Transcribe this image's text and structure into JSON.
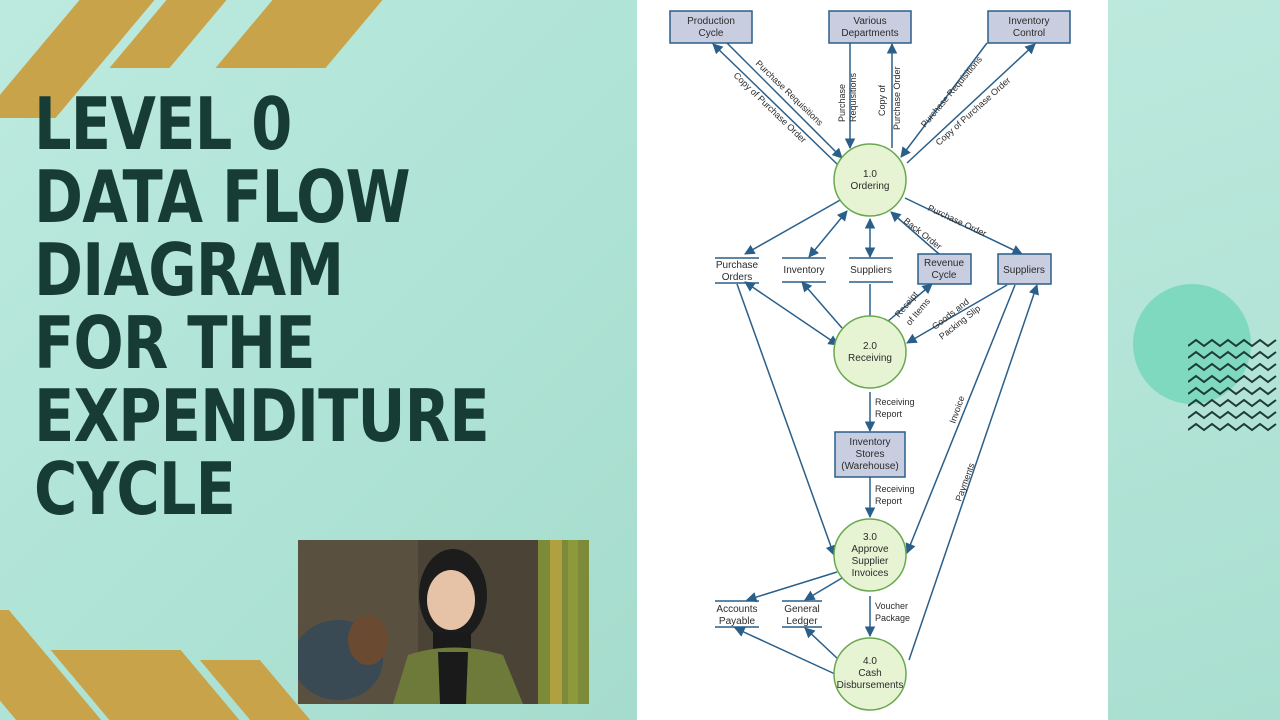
{
  "slide": {
    "title": "LEVEL 0 DATA FLOW DIAGRAM FOR THE EXPENDITURE CYCLE",
    "colors": {
      "accent": "#c9a34a",
      "title": "#173b35",
      "background": "#b3e6d8",
      "node_fill": "#c8cde0",
      "process_fill": "#e6f4d4"
    }
  },
  "diagram": {
    "entities": {
      "production": [
        "Production",
        "Cycle"
      ],
      "departments": [
        "Various",
        "Departments"
      ],
      "inventory_control": [
        "Inventory",
        "Control"
      ],
      "revenue": [
        "Revenue",
        "Cycle"
      ],
      "suppliers": [
        "Suppliers"
      ],
      "stores": [
        "Inventory",
        "Stores",
        "(Warehouse)"
      ]
    },
    "processes": {
      "p1": [
        "1.0",
        "Ordering"
      ],
      "p2": [
        "2.0",
        "Receiving"
      ],
      "p3": [
        "3.0",
        "Approve",
        "Supplier",
        "Invoices"
      ],
      "p4": [
        "4.0",
        "Cash",
        "Disbursements"
      ]
    },
    "stores": {
      "purchase_orders": [
        "Purchase",
        "Orders"
      ],
      "inventory": [
        "Inventory"
      ],
      "suppliers": [
        "Suppliers"
      ],
      "accounts_payable": [
        "Accounts",
        "Payable"
      ],
      "general_ledger": [
        "General",
        "Ledger"
      ]
    },
    "flows": {
      "pr1": "Purchase Requisitions",
      "cpo1": "Copy of Purchase Order",
      "pr_dept": [
        "Purchase",
        "Requisitions"
      ],
      "cpo_dept": [
        "Copy of",
        "Purchase Order"
      ],
      "pr2": "Purchase Requisitions",
      "cpo2": "Copy of Purchase Order",
      "purchase_order": "Purchase Order",
      "back_order": "Back Order",
      "receipt_items": [
        "Receipt",
        "of Items"
      ],
      "goods": [
        "Goods and",
        "Packing Slip"
      ],
      "receiving_report_1": [
        "Receiving",
        "Report"
      ],
      "receiving_report_2": [
        "Receiving",
        "Report"
      ],
      "invoice": "Invoice",
      "payments": "Payments",
      "voucher": [
        "Voucher",
        "Package"
      ]
    }
  }
}
